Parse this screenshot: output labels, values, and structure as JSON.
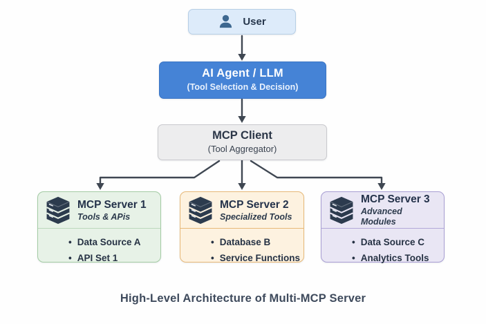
{
  "diagram": {
    "user": {
      "label": "User"
    },
    "agent": {
      "title": "AI Agent / LLM",
      "subtitle": "(Tool Selection & Decision)"
    },
    "client": {
      "title": "MCP Client",
      "subtitle": "(Tool Aggregator)"
    },
    "servers": [
      {
        "title": "MCP Server 1",
        "subtitle": "Tools & APis",
        "items": [
          "Data Source A",
          "API Set 1"
        ],
        "bg_color": "#e7f2e7",
        "border_color": "#a3cba3"
      },
      {
        "title": "MCP Server 2",
        "subtitle": "Specialized Tools",
        "items": [
          "Database B",
          "Service Functions"
        ],
        "bg_color": "#fdf2e0",
        "border_color": "#e7b877"
      },
      {
        "title": "MCP Server 3",
        "subtitle": "Advanced Modules",
        "items": [
          "Data Source C",
          "Analytics Tools"
        ],
        "bg_color": "#e9e6f4",
        "border_color": "#a89ed3"
      }
    ],
    "caption": "High-Level Architecture of Multi-MCP Server",
    "colors": {
      "user_box_bg": "#ddebfa",
      "agent_box_bg": "#4583d6",
      "client_box_bg": "#ededee",
      "arrow": "#3f4752",
      "server_stack_icon": "#2c3b4e",
      "person_icon": "#3e6890",
      "text_dark": "#263244"
    }
  }
}
